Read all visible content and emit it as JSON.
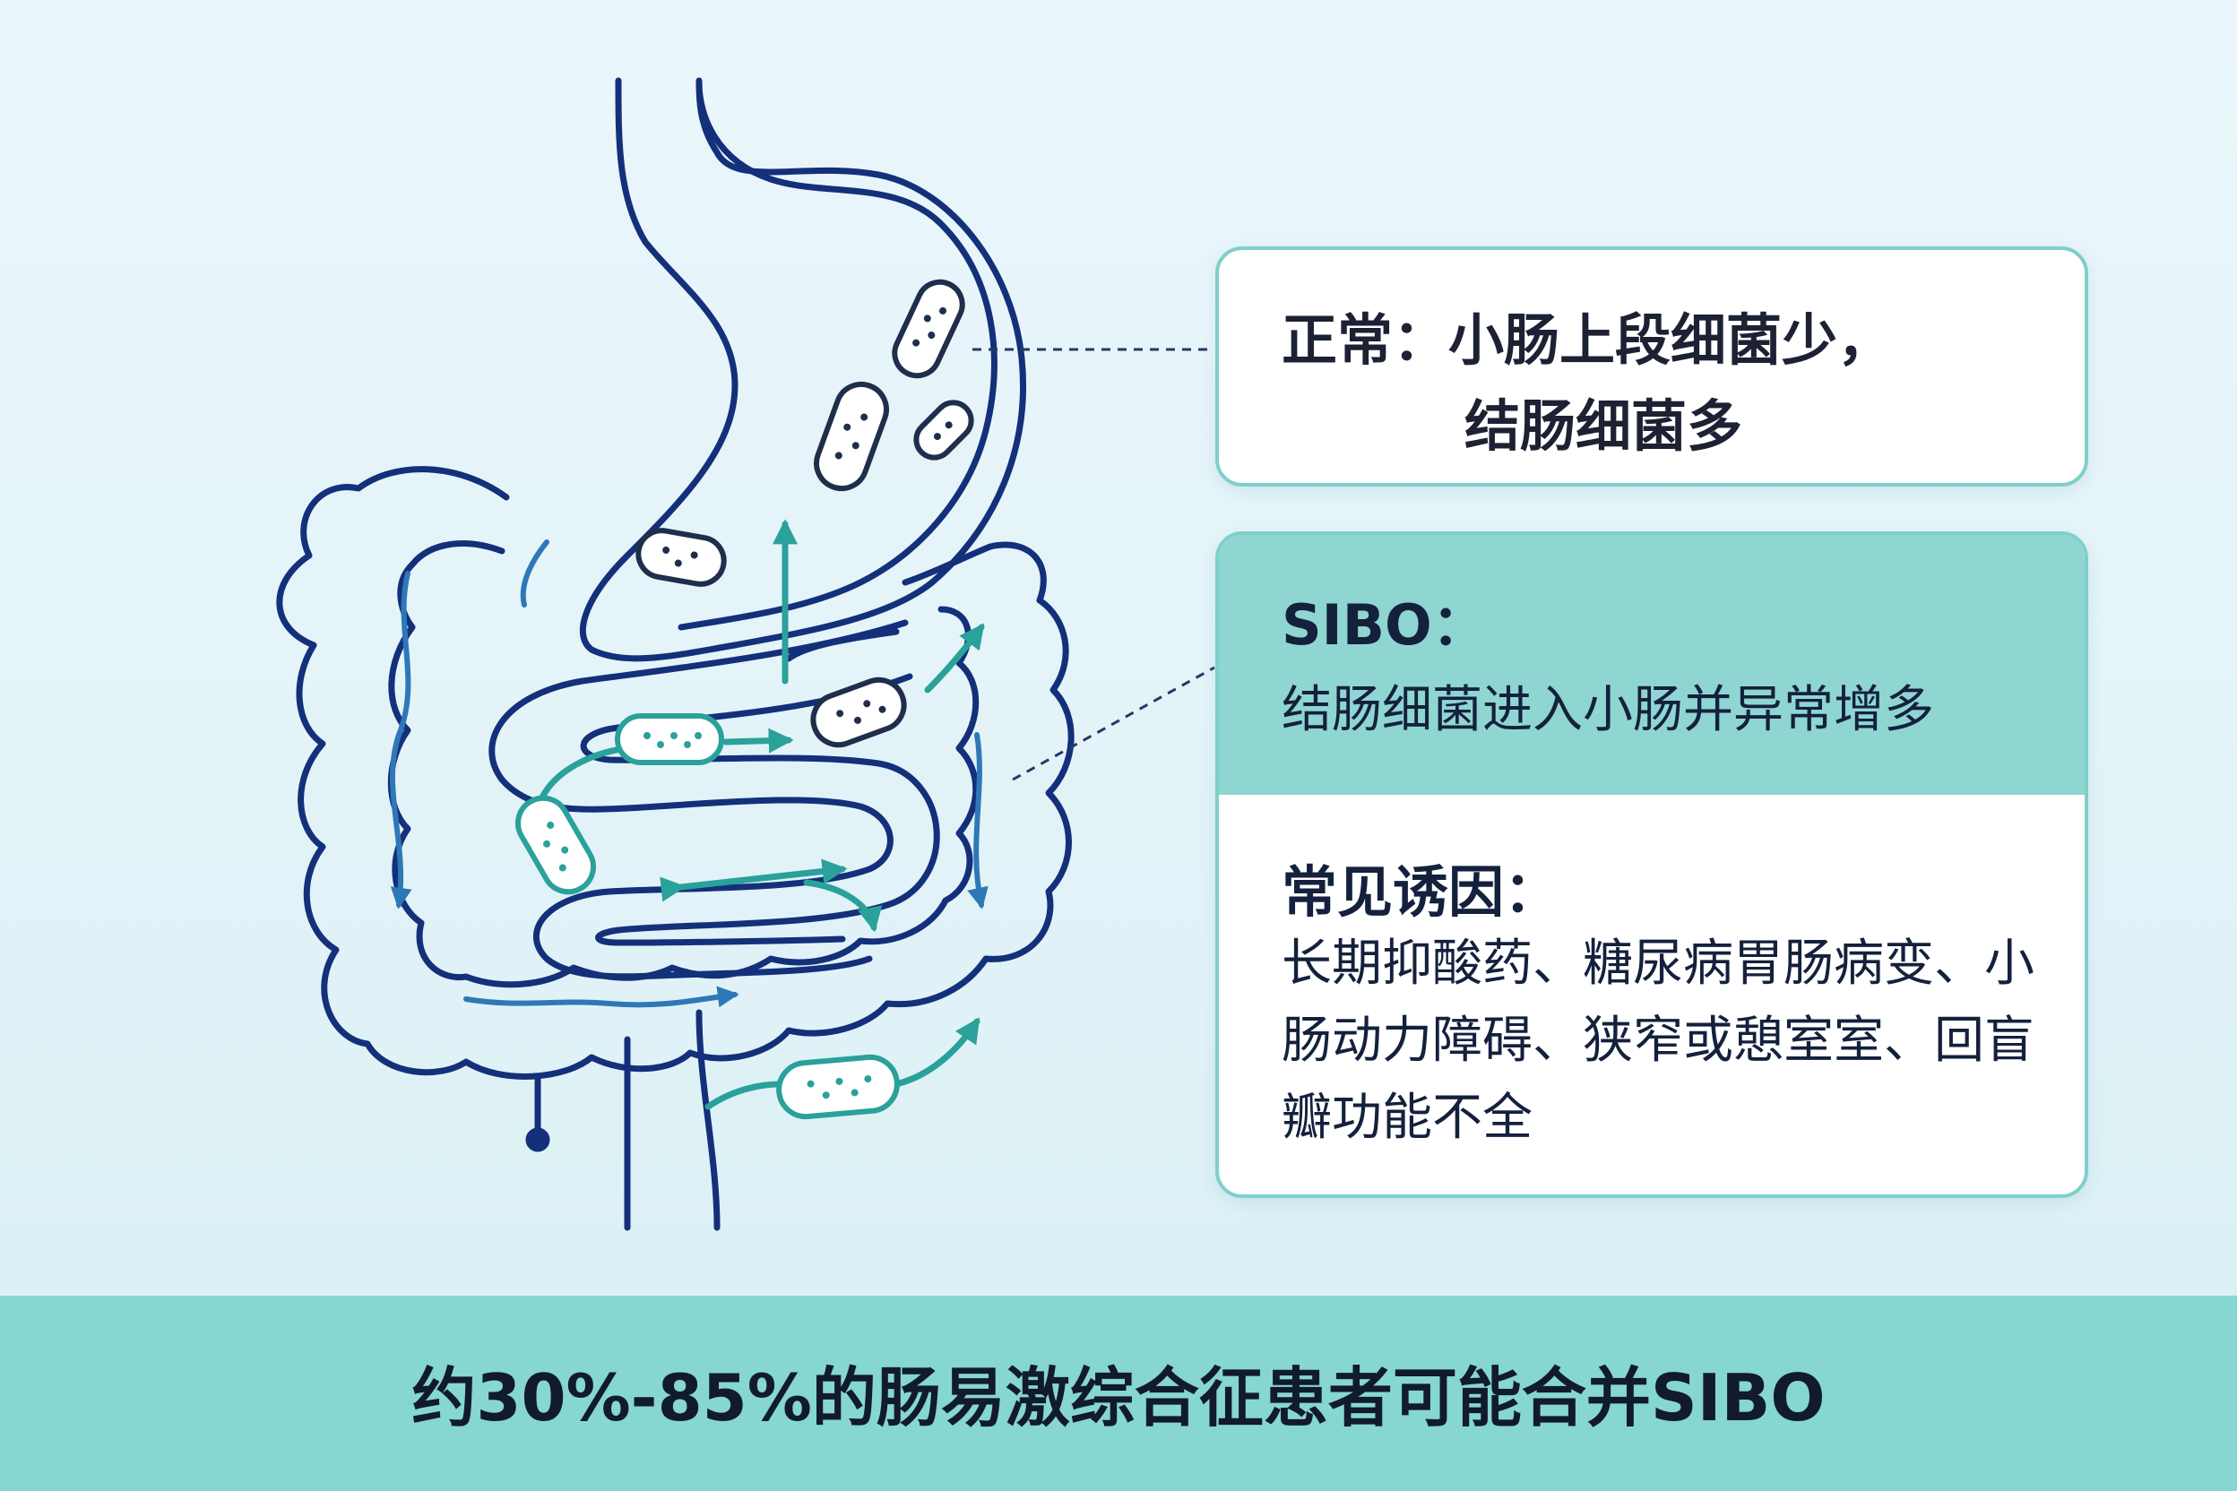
{
  "normal_card": {
    "title": "正常：小肠上段细菌少，",
    "line2": "结肠细菌多"
  },
  "sibo_card": {
    "title": "SIBO：",
    "text": "结肠细菌进入小肠并异常增多",
    "causes_title": "常见诱因：",
    "causes_text": "长期抑酸药、糖尿病胃肠病变、小肠动力障碍、狭窄或憩室室、回盲瓣功能不全"
  },
  "banner": {
    "text": "约30%-85%的肠易激综合征患者可能合并SIBO"
  },
  "colors": {
    "background": "#e6f5fa",
    "outline_navy": "#14307a",
    "teal": "#2aa19a",
    "blue_accent": "#2e78b8",
    "card_border": "#7fcfcb",
    "band": "#8fd6d2",
    "banner": "#86d6d3"
  },
  "icons": [
    "stomach-outline",
    "small-intestine-outline",
    "colon-outline",
    "bacteria-icon",
    "flow-arrow-icon"
  ]
}
